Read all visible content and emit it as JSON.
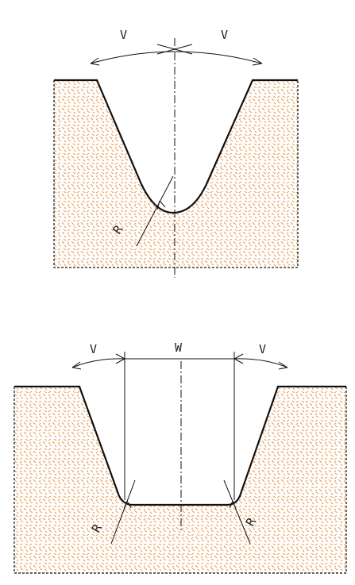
{
  "figure_top": {
    "label_angle_left": "V",
    "label_angle_right": "V",
    "label_radius": "R"
  },
  "figure_bottom": {
    "label_angle_left": "V",
    "label_width": "W",
    "label_angle_right": "V",
    "label_radius_left": "R",
    "label_radius_right": "R"
  },
  "colors": {
    "hatch": "#e8944a",
    "line": "#111111",
    "background": "#ffffff"
  }
}
